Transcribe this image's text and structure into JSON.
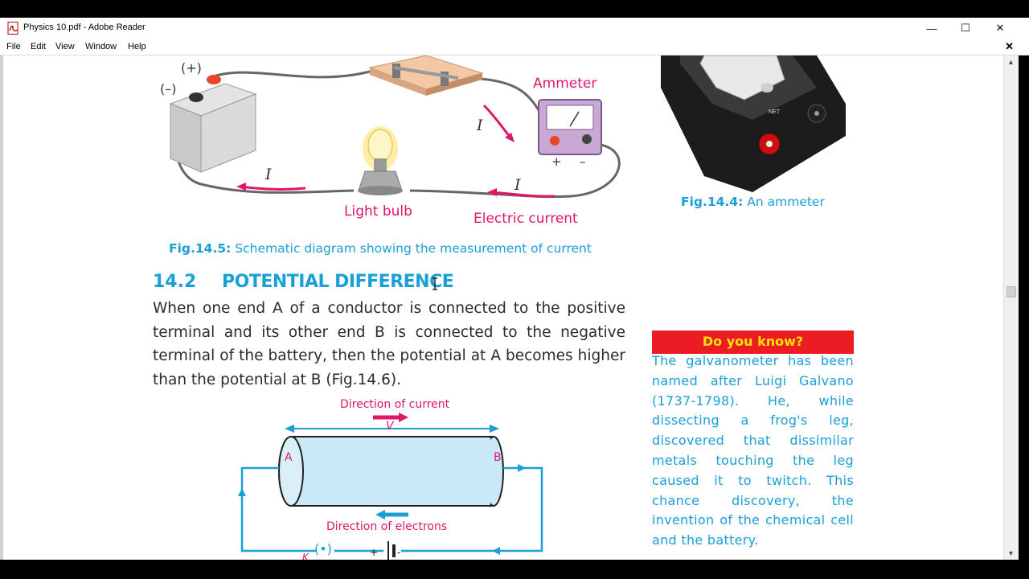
{
  "window": {
    "title": "Physics 10.pdf - Adobe Reader",
    "minimize": "—",
    "maximize": "☐",
    "close": "✕"
  },
  "menu": [
    "File",
    "Edit",
    "View",
    "Window",
    "Help"
  ],
  "doc_close": "✕",
  "page": {
    "fig145_labels": {
      "plus_terminal": "(+)",
      "minus_terminal": "(–)",
      "ammeter": "Ammeter",
      "current_symbol": "I",
      "plus": "+",
      "minus": "–",
      "light_bulb": "Light bulb",
      "electric_current": "Electric current"
    },
    "fig145_caption_bold": "Fig.14.5:",
    "fig145_caption_text": " Schematic diagram showing the measurement of current",
    "fig144_caption_bold": "Fig.14.4:",
    "fig144_caption_text": " An ammeter",
    "section_number": "14.2",
    "section_title": "POTENTIAL DIFFERENCE",
    "paragraph": "When one end A of a conductor is connected to the positive terminal and its other end B is connected to the negative terminal of the battery, then the potential at A becomes higher than the potential at B (Fig.14.6).",
    "fig146_labels": {
      "direction_current": "Direction of current",
      "v": "V",
      "a": "A",
      "b": "B",
      "direction_electrons": "Direction of electrons",
      "k": "K",
      "key": "(•)",
      "plus": "+",
      "minus": "-"
    },
    "do_you_know_title": "Do you know?",
    "do_you_know_body": "The galvanometer has been named after Luigi Galvano (1737-1798). He, while dissecting a frog's leg, discovered that dissimilar metals touching the leg caused it to twitch. This chance discovery, the invention of the chemical cell and the battery."
  },
  "colors": {
    "accent_blue": "#1a9fd6",
    "magenta": "#e0166a",
    "red_box": "#ec1c24",
    "yellow_text": "#ffe200"
  }
}
